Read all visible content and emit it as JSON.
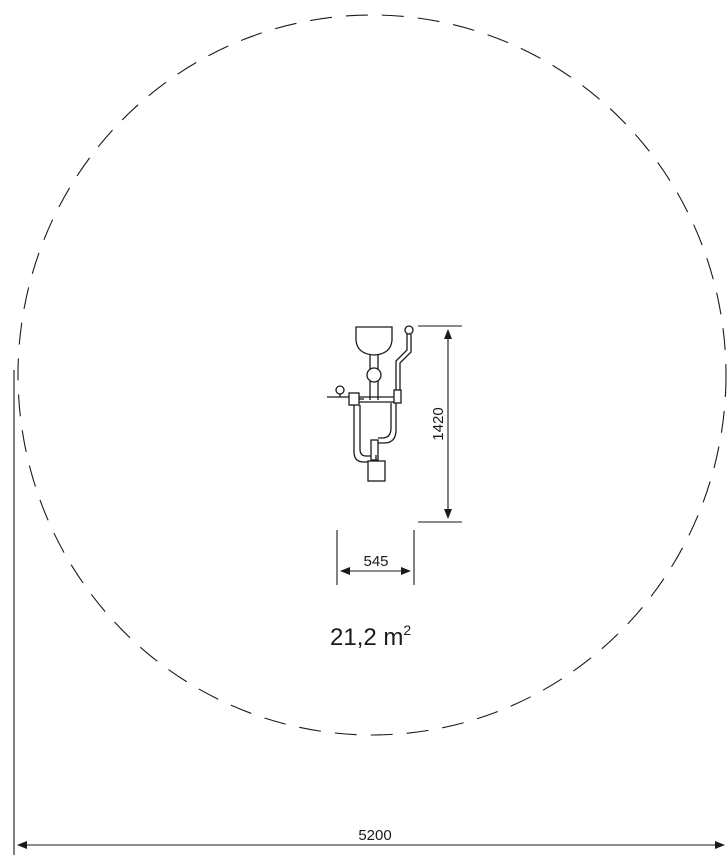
{
  "dimensions": {
    "height_label": "1420",
    "width_label": "545",
    "total_width_label": "5200"
  },
  "area": {
    "value": "21,2 m",
    "unit_exponent": "2"
  },
  "colors": {
    "line": "#1a1a1a",
    "background": "#ffffff"
  }
}
